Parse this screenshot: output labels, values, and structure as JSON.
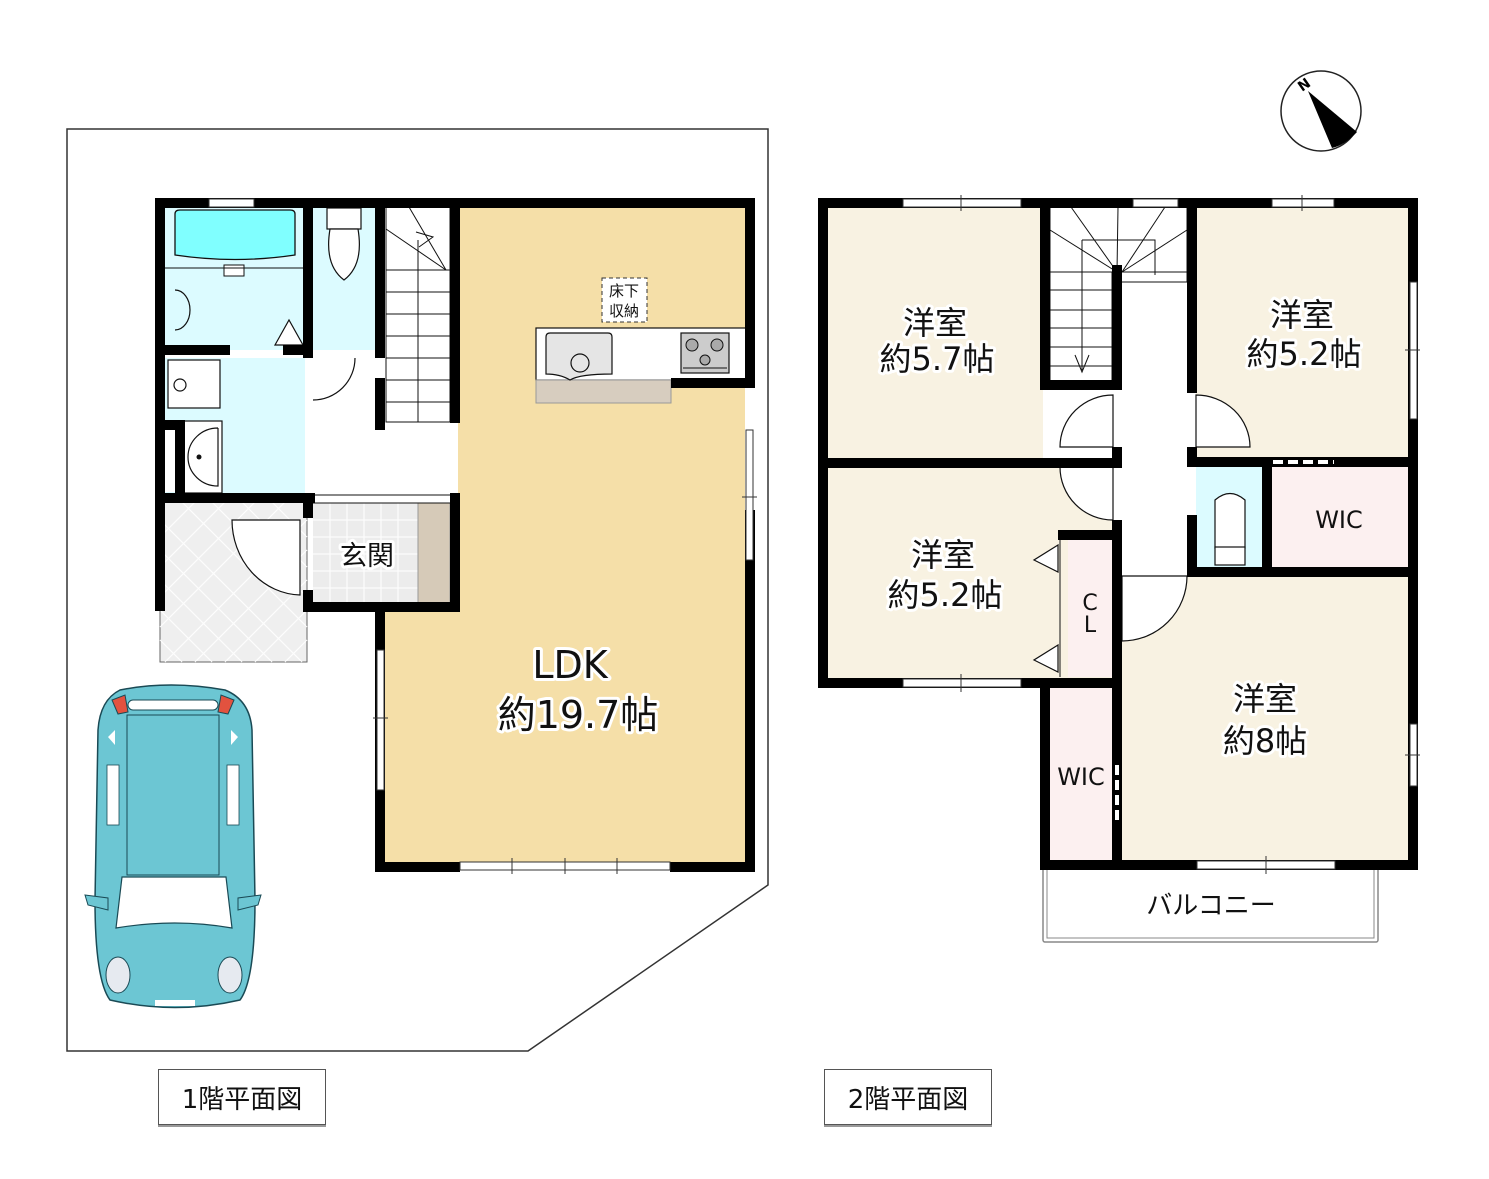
{
  "colors": {
    "wall": "#000000",
    "ldk_floor": "#f5dfa8",
    "bedroom_floor": "#f8f2e2",
    "wet_area": "#dcfbff",
    "bathtub": "#80ffff",
    "wic_closet": "#fcf0f0",
    "entrance_tile": "#ececec",
    "porch": "#efefef",
    "shoebox": "#d6cab8",
    "kitchen_counter": "#d7cdbf",
    "car_body": "#6cc6d3",
    "car_lights": "#e2523f"
  },
  "compass": {
    "label": "N"
  },
  "floor1": {
    "caption": "1階平面図",
    "rooms": {
      "ldk": {
        "name": "LDK",
        "size": "約19.7帖"
      },
      "entrance": {
        "name": "玄関"
      },
      "underfloor_storage": {
        "line1": "床下",
        "line2": "収納"
      }
    }
  },
  "floor2": {
    "caption": "2階平面図",
    "rooms": {
      "bedroom_nw": {
        "name": "洋室",
        "size": "約5.7帖"
      },
      "bedroom_ne": {
        "name": "洋室",
        "size": "約5.2帖"
      },
      "bedroom_w": {
        "name": "洋室",
        "size": "約5.2帖"
      },
      "bedroom_se": {
        "name": "洋室",
        "size": "約8帖"
      },
      "closet": {
        "line1": "C",
        "line2": "L"
      },
      "wic_ne": {
        "name": "WIC"
      },
      "wic_sw": {
        "name": "WIC"
      },
      "balcony": {
        "name": "バルコニー"
      }
    }
  }
}
